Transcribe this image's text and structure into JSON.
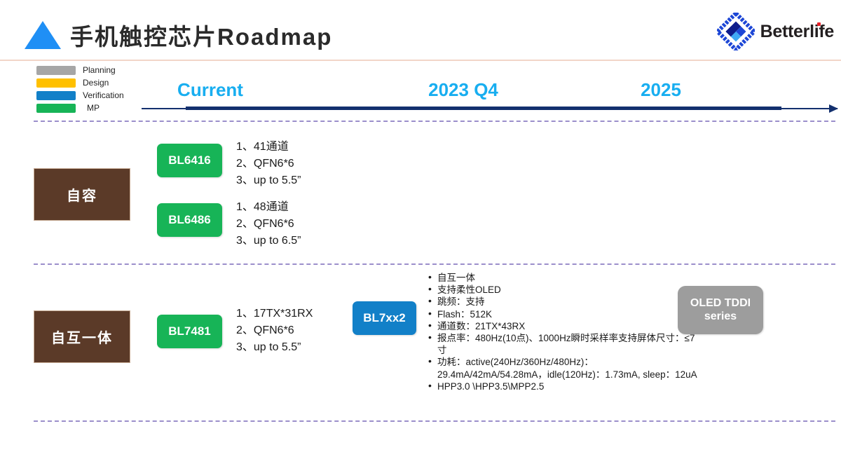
{
  "header": {
    "title": "手机触控芯片Roadmap",
    "triangle_icon": "triangle-up-icon",
    "logo_text": "Betterlife",
    "logo_mark_icon": "betterlife-diamond-logo-icon",
    "accent_blue": "#1F8FF5",
    "rule_color": "#F2D5C8"
  },
  "legend": {
    "items": [
      {
        "label": "Planning",
        "color": "#A6A6A6"
      },
      {
        "label": "Design",
        "color": "#FFC000"
      },
      {
        "label": "Verification",
        "color": "#1280C8"
      },
      {
        "label": "MP",
        "color": "#17B457"
      }
    ]
  },
  "timeline": {
    "labels": [
      "Current",
      "2023 Q4",
      "2025"
    ],
    "label_color": "#18AEF0",
    "axis_color": "#13306E"
  },
  "rows": [
    {
      "category": "自容",
      "category_color": "#5B3A28",
      "chips": [
        {
          "name": "BL6416",
          "status": "MP",
          "color": "#17B457",
          "specs": [
            "1、41通道",
            "2、QFN6*6",
            "3、up to 5.5”"
          ]
        },
        {
          "name": "BL6486",
          "status": "MP",
          "color": "#17B457",
          "specs": [
            "1、48通道",
            "2、QFN6*6",
            "3、up to 6.5”"
          ]
        }
      ]
    },
    {
      "category": "自互一体",
      "category_color": "#5B3A28",
      "chips": [
        {
          "name": "BL7481",
          "status": "MP",
          "color": "#17B457",
          "specs": [
            "1、17TX*31RX",
            "2、QFN6*6",
            "3、up to 5.5”"
          ]
        },
        {
          "name": "BL7xx2",
          "status": "Verification",
          "color": "#1280C8",
          "features": [
            "自互一体",
            "支持柔性OLED",
            "跳频：支持",
            "Flash：512K",
            "通道数：21TX*43RX",
            "报点率：480Hz(10点)、1000Hz瞬时采样率支持屏体尺寸：≤7寸",
            "功耗：active(240Hz/360Hz/480Hz)：29.4mA/42mA/54.28mA，idle(120Hz)：1.73mA, sleep：12uA",
            "HPP3.0 \\HPP3.5\\MPP2.5"
          ]
        },
        {
          "name_line1": "OLED TDDI",
          "name_line2": "series",
          "status": "Planning",
          "color": "#9D9D9D"
        }
      ]
    }
  ],
  "separators": {
    "color": "#9B8FCB",
    "count": 3
  }
}
